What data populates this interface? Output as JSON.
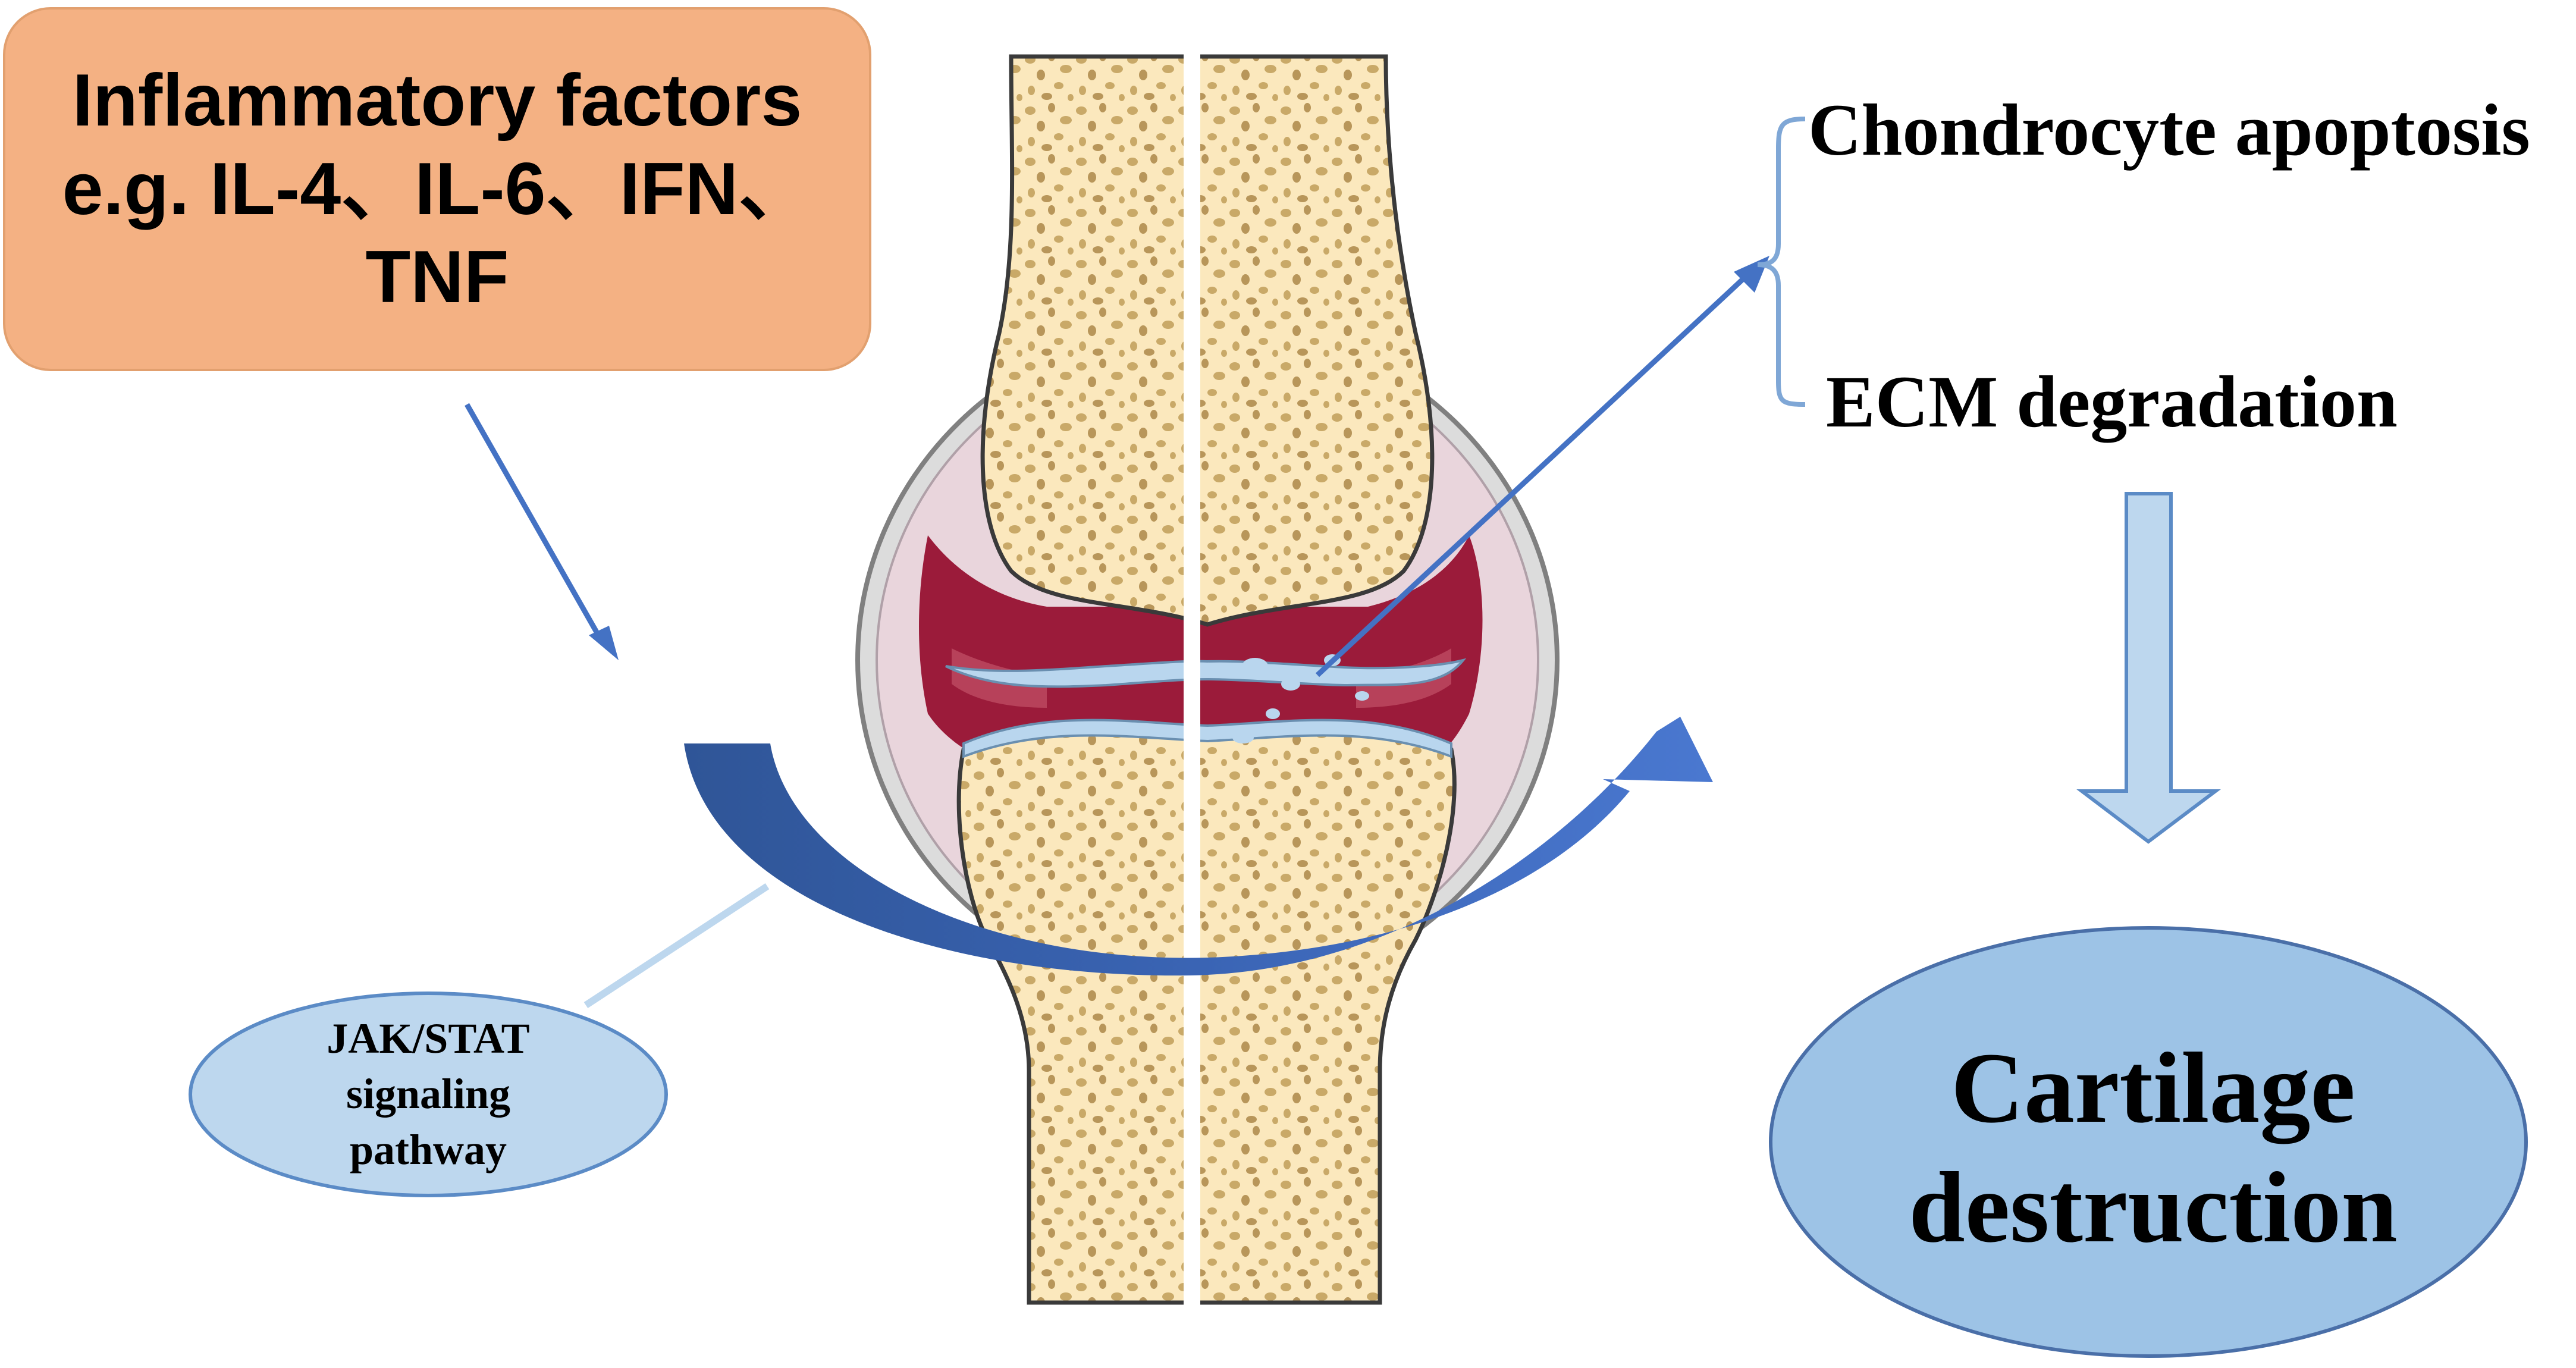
{
  "inflammatory_box": {
    "line1": "Inflammatory factors",
    "line2": "e.g. IL-4、IL-6、IFN、",
    "line3": "TNF",
    "fill_color": "#f4b183"
  },
  "outcomes": {
    "chondrocyte": "Chondrocyte apoptosis",
    "ecm": "ECM degradation"
  },
  "pathway_label": {
    "line1": "JAK/STAT",
    "line2": "signaling",
    "line3": "pathway",
    "fill_color": "#bdd7ee"
  },
  "result_label": {
    "line1": "Cartilage",
    "line2": "destruction",
    "fill_color": "#9dc3e6"
  },
  "colors": {
    "arrow_blue": "#4472c4",
    "bone_fill": "#fbe8bd",
    "bone_pore": "#c9a968",
    "inflamed_tissue": "#9b1b3a",
    "cartilage": "#b9d6ee",
    "capsule": "#e9d5dc",
    "block_arrow": "#bdd7ee"
  },
  "icons": {
    "joint": "knee-joint-illustration",
    "curved_arrow": "curved-arrow-icon",
    "block_arrow": "down-block-arrow-icon"
  }
}
